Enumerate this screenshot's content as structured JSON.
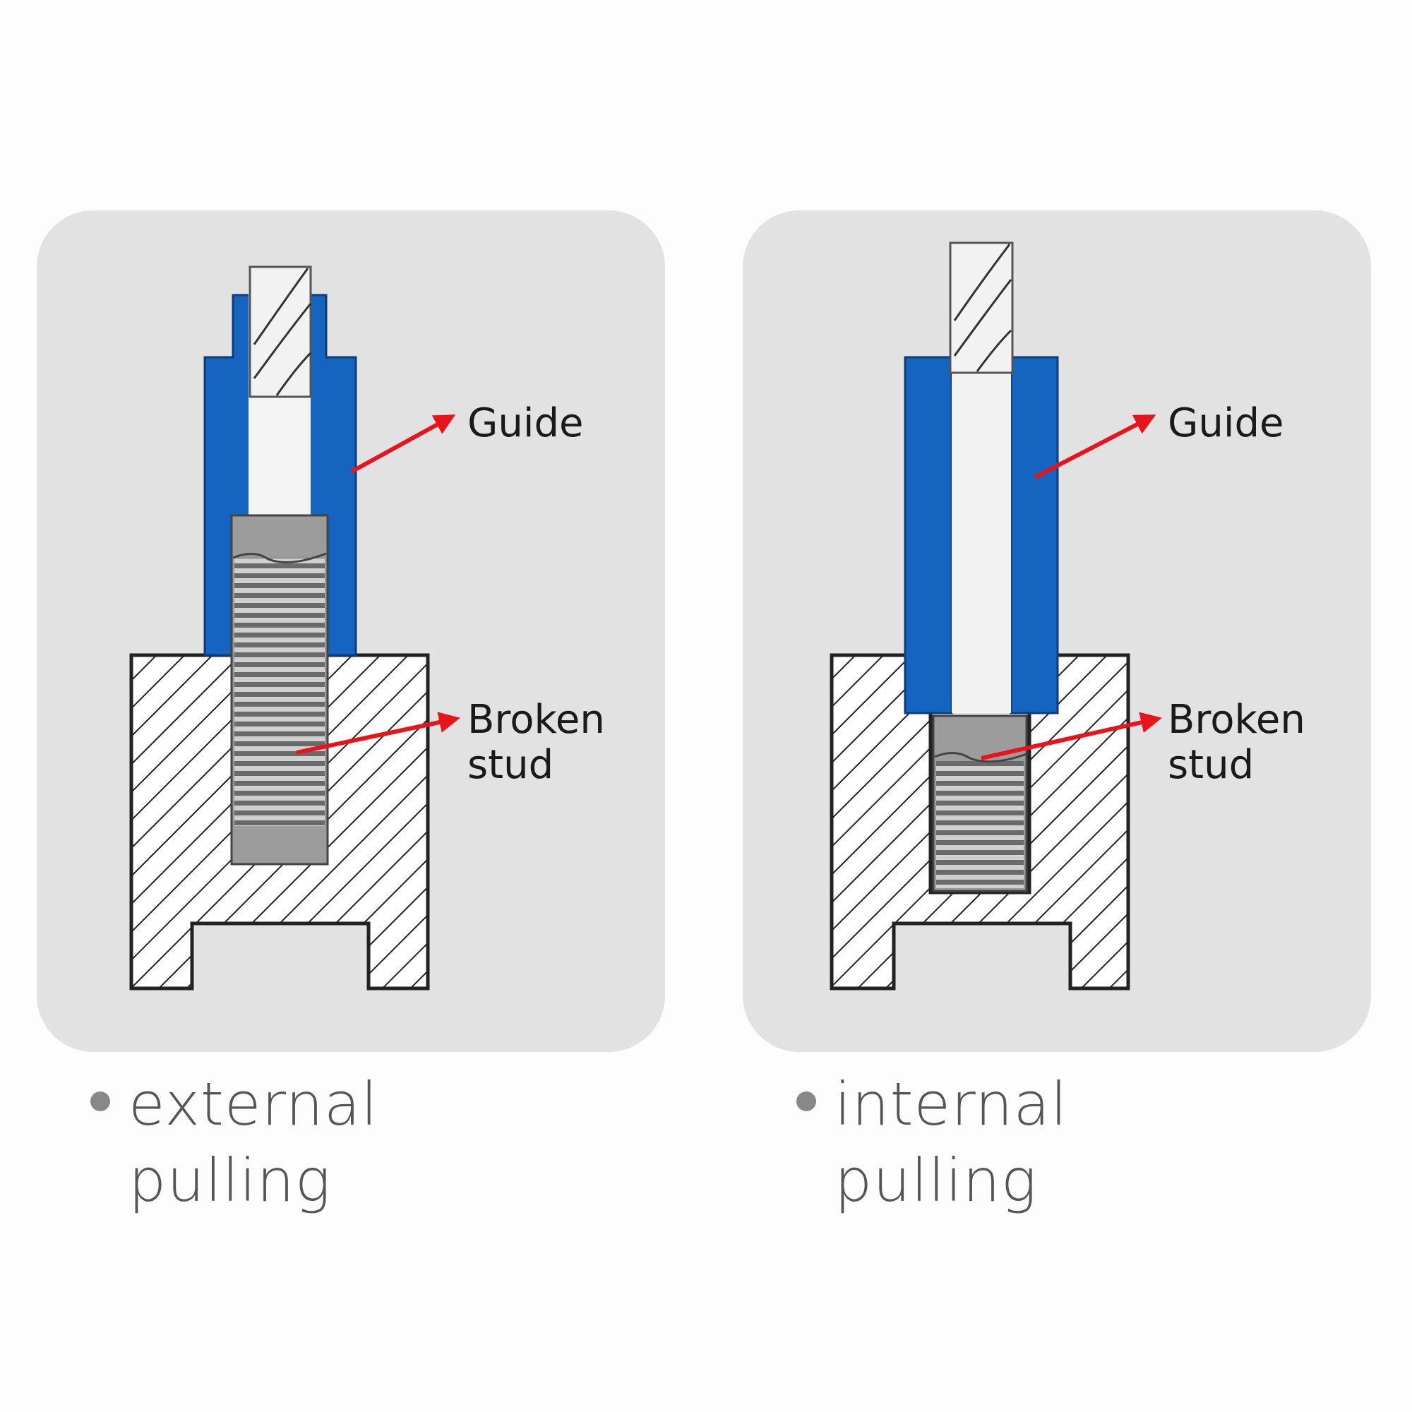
{
  "panels": [
    {
      "id": "external",
      "guide_label": "Guide",
      "stud_label_line1": "Broken",
      "stud_label_line2": "stud",
      "caption_line1": "external",
      "caption_line2": "pulling"
    },
    {
      "id": "internal",
      "guide_label": "Guide",
      "stud_label_line1": "Broken",
      "stud_label_line2": "stud",
      "caption_line1": "internal",
      "caption_line2": "pulling"
    }
  ],
  "colors": {
    "panel_background": "#e2e2e2",
    "guide_blue": "#1565c0",
    "arrow_red": "#e8141c",
    "stud_gray": "#9c9c9c",
    "hatch_outline": "#222222"
  }
}
